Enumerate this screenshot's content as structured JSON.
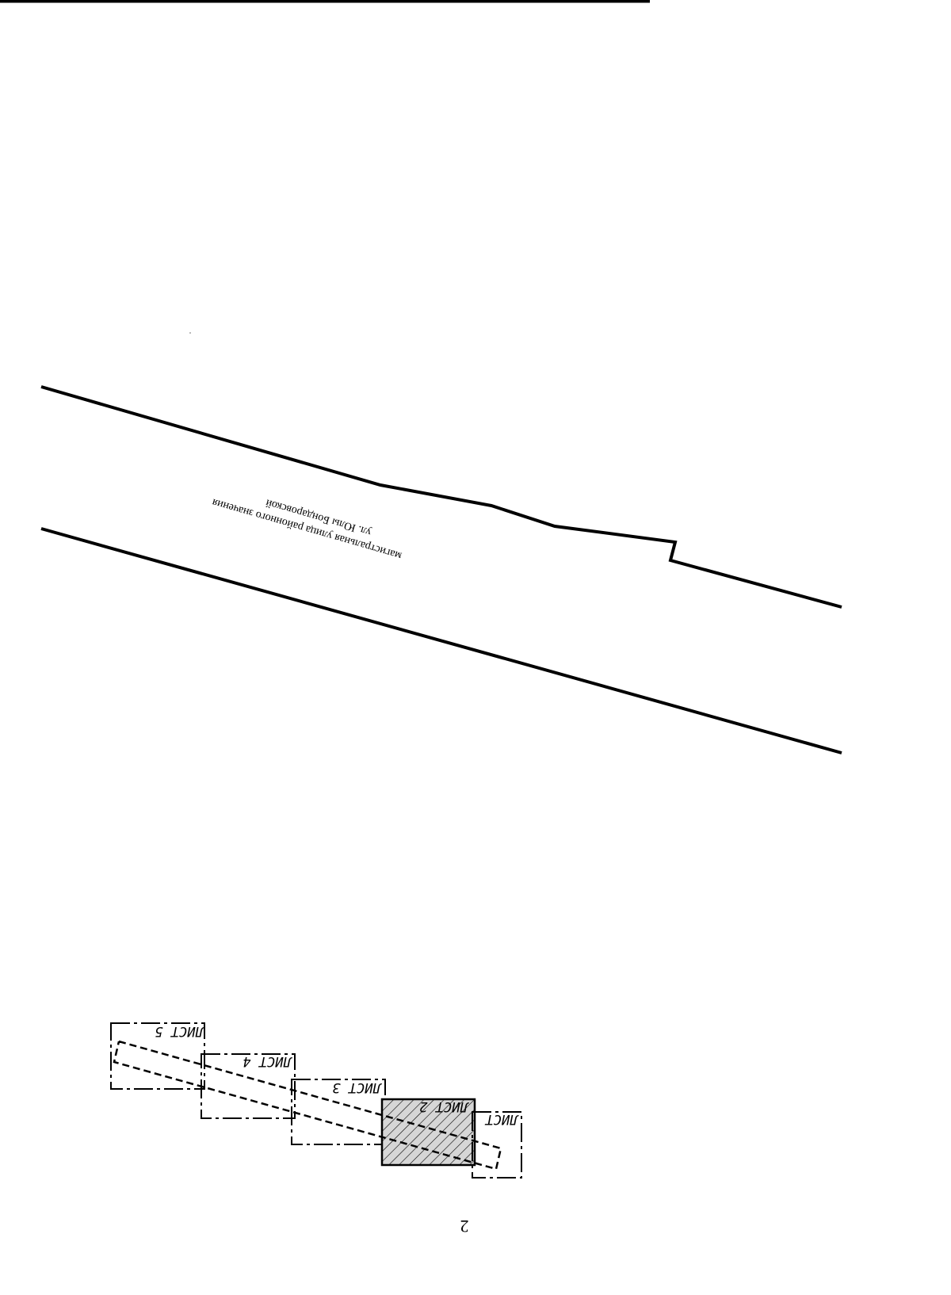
{
  "map": {
    "street": {
      "line1": "магистральная улица районного значения",
      "line2": "ул. Юлы Бондаровской"
    },
    "sheets": [
      {
        "label": "ЛИСТ",
        "highlighted": false
      },
      {
        "label": "ЛИСТ 2",
        "highlighted": true
      },
      {
        "label": "ЛИСТ 3",
        "highlighted": false
      },
      {
        "label": "ЛИСТ 4",
        "highlighted": false
      },
      {
        "label": "ЛИСТ 5",
        "highlighted": false
      }
    ],
    "colors": {
      "line": "#000000",
      "hatch_fill": "#d6d6d6"
    }
  },
  "page": {
    "number": "2"
  }
}
